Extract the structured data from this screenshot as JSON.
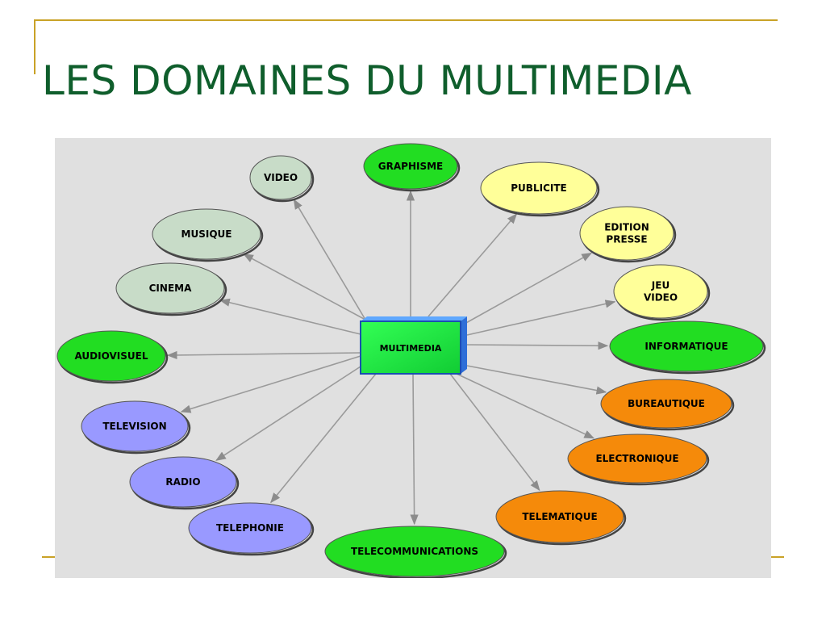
{
  "slide": {
    "title": "LES DOMAINES DU MULTIMEDIA"
  },
  "colors": {
    "frame": "#c9a227",
    "title": "#0f5e2c",
    "panel": "#e0e0e0",
    "green": "#22dd22",
    "sage": "#c8dcc8",
    "yellow": "#ffff99",
    "orange": "#f58a0a",
    "violet": "#9999ff"
  },
  "diagram": {
    "center": {
      "id": "multimedia",
      "label": "MULTIMEDIA"
    },
    "nodes": [
      {
        "id": "video",
        "lines": [
          "VIDEO"
        ],
        "color": "sage"
      },
      {
        "id": "graphisme",
        "lines": [
          "GRAPHISME"
        ],
        "color": "green"
      },
      {
        "id": "publicite",
        "lines": [
          "PUBLICITE"
        ],
        "color": "yellow"
      },
      {
        "id": "edition-presse",
        "lines": [
          "EDITION",
          "PRESSE"
        ],
        "color": "yellow"
      },
      {
        "id": "jeu-video",
        "lines": [
          "JEU",
          "VIDEO"
        ],
        "color": "yellow"
      },
      {
        "id": "informatique",
        "lines": [
          "INFORMATIQUE"
        ],
        "color": "green"
      },
      {
        "id": "bureautique",
        "lines": [
          "BUREAUTIQUE"
        ],
        "color": "orange"
      },
      {
        "id": "electronique",
        "lines": [
          "ELECTRONIQUE"
        ],
        "color": "orange"
      },
      {
        "id": "telematique",
        "lines": [
          "TELEMATIQUE"
        ],
        "color": "orange"
      },
      {
        "id": "telecommunications",
        "lines": [
          "TELECOMMUNICATIONS"
        ],
        "color": "green"
      },
      {
        "id": "telephonie",
        "lines": [
          "TELEPHONIE"
        ],
        "color": "violet"
      },
      {
        "id": "radio",
        "lines": [
          "RADIO"
        ],
        "color": "violet"
      },
      {
        "id": "television",
        "lines": [
          "TELEVISION"
        ],
        "color": "violet"
      },
      {
        "id": "audiovisuel",
        "lines": [
          "AUDIOVISUEL"
        ],
        "color": "green"
      },
      {
        "id": "cinema",
        "lines": [
          "CINEMA"
        ],
        "color": "sage"
      },
      {
        "id": "musique",
        "lines": [
          "MUSIQUE"
        ],
        "color": "sage"
      }
    ]
  }
}
